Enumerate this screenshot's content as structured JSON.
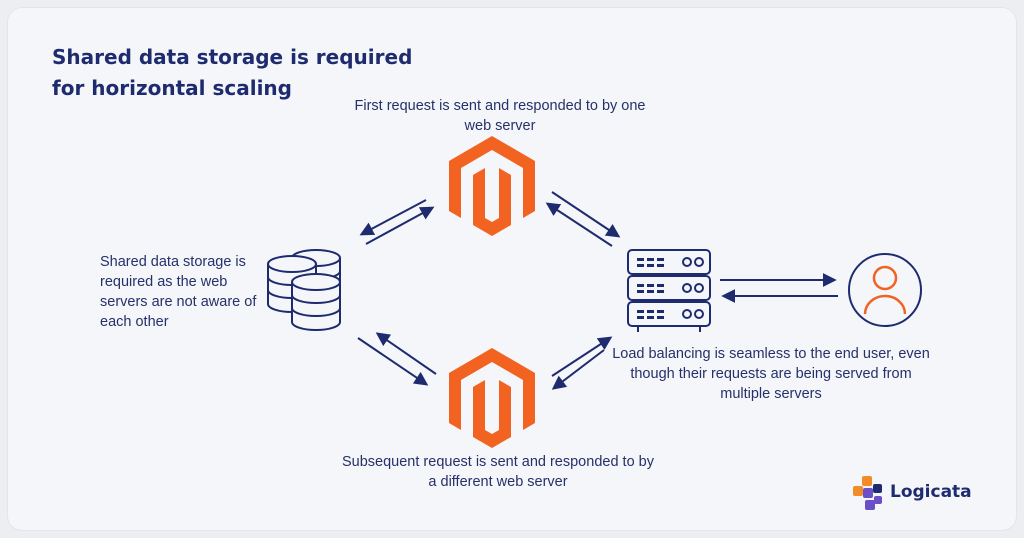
{
  "title": "Shared data storage is required for horizontal scaling",
  "labels": {
    "top": "First request is sent and responded to by one web server",
    "left": "Shared data storage is required as the web servers are not aware of each other",
    "right": "Load balancing is seamless to the end user, even though their requests are being served from multiple servers",
    "bottom": "Subsequent request is sent and responded to by a different web server"
  },
  "logo": {
    "text": "Logicata"
  },
  "icons": {
    "web_server": "magento-icon",
    "database": "database-icon",
    "load_balancer": "server-rack-icon",
    "user": "user-icon"
  },
  "colors": {
    "navy": "#1e2b6e",
    "orange": "#f26322",
    "logo_orange": "#f28c28",
    "logo_purple": "#6b4fc8"
  }
}
